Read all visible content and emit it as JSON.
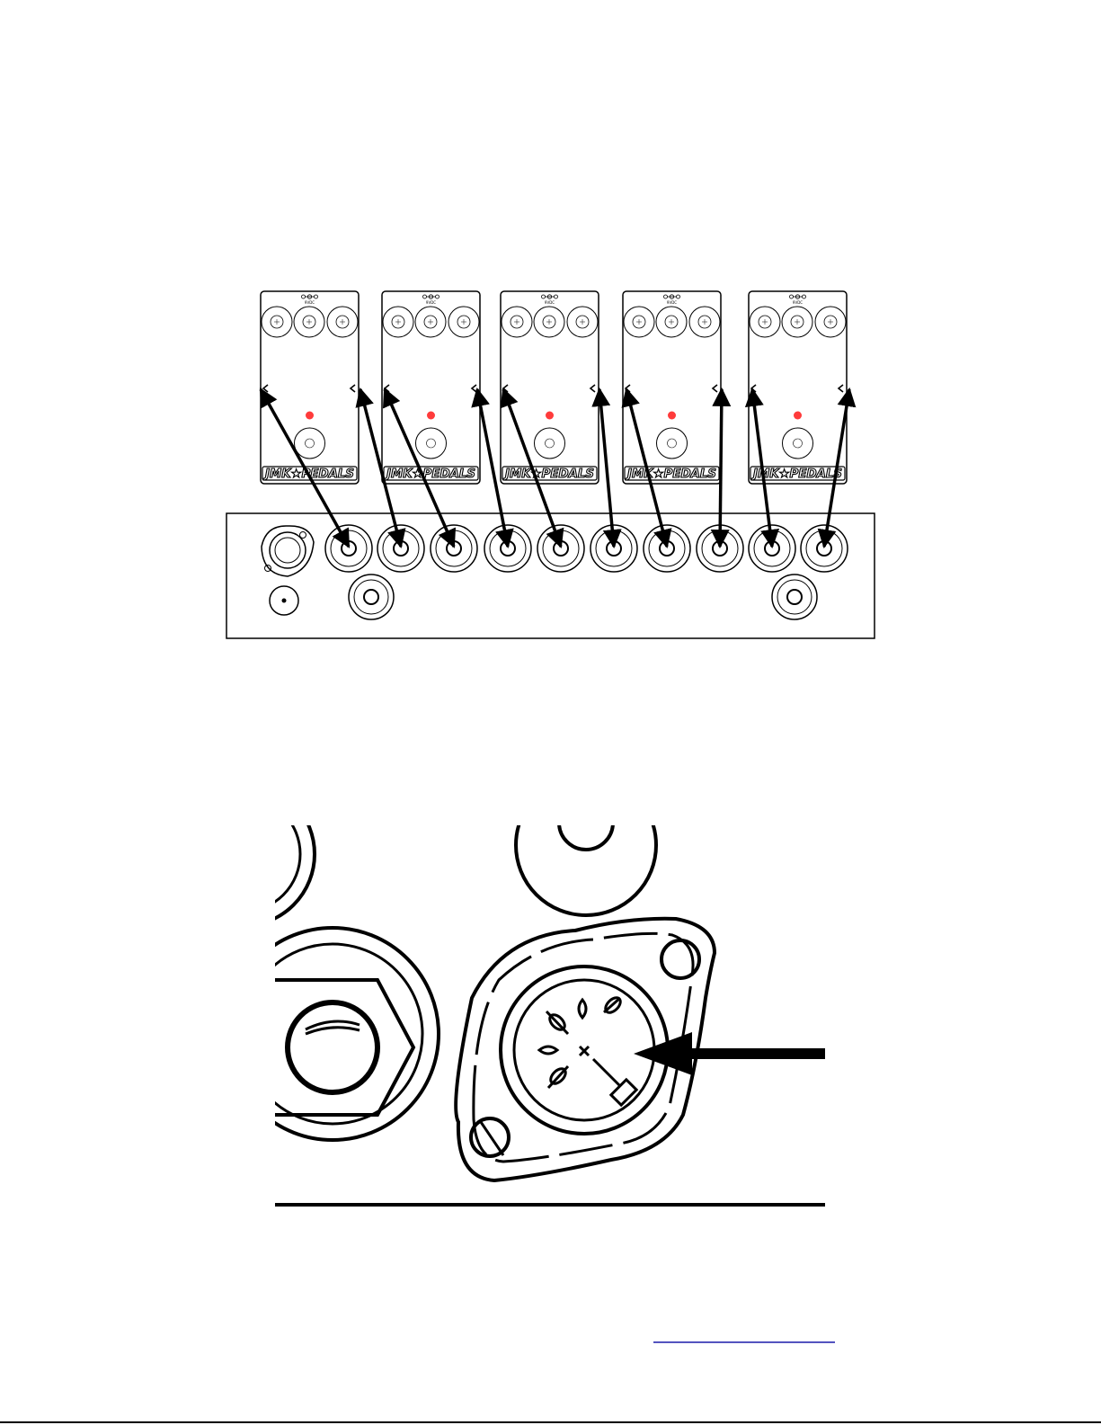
{
  "pedals": [
    {
      "brand": "JMK★PEDALS",
      "power_label": "9VDC"
    },
    {
      "brand": "JMK★PEDALS",
      "power_label": "9VDC"
    },
    {
      "brand": "JMK★PEDALS",
      "power_label": "9VDC"
    },
    {
      "brand": "JMK★PEDALS",
      "power_label": "9VDC"
    },
    {
      "brand": "JMK★PEDALS",
      "power_label": "9VDC"
    }
  ],
  "colors": {
    "line": "#000000",
    "led": "#ff3b3b",
    "background": "#ffffff",
    "link_line": "#1a1aaa"
  },
  "icons": [
    "din-connector-icon",
    "arrow-icon",
    "jack-icon",
    "led-icon"
  ]
}
